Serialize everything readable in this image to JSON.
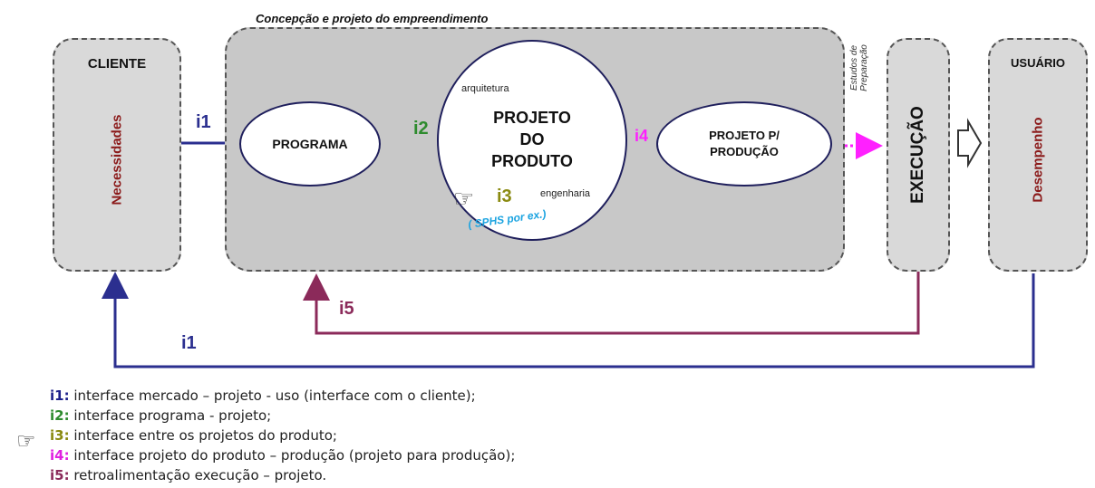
{
  "title": "Concepção e projeto do empreendimento",
  "cliente": {
    "title": "CLIENTE",
    "vertical": "Necessidades"
  },
  "programa": "PROGRAMA",
  "projeto_produto": {
    "lines": [
      "PROJETO",
      "DO",
      "PRODUTO"
    ],
    "top": "arquitetura",
    "bottom": "engenharia",
    "sphs": "( SPHS por ex.)"
  },
  "projeto_producao": {
    "line1": "PROJETO P/",
    "line2": "PRODUÇÃO"
  },
  "estudos": {
    "line1": "Estudos de",
    "line2": "Preparação"
  },
  "execucao": "EXECUÇÃO",
  "usuario": {
    "title": "USUÁRIO",
    "vertical": "Desempenho"
  },
  "interfaces": {
    "i1_top": "i1",
    "i2": "i2",
    "i3": "i3",
    "i4": "i4",
    "i5": "i5",
    "i1_bottom": "i1"
  },
  "colors": {
    "i1": "#2b2f8f",
    "i2": "#2e8b2e",
    "i3": "#8a8a10",
    "i4": "#ff20ff",
    "i5": "#8b2a5a",
    "dark_red": "#8b1a1a",
    "orange": "#f5a623",
    "cyan": "#1aa3e0"
  },
  "legend": [
    {
      "key": "i1:",
      "text": " interface mercado – projeto - uso (interface com o cliente);",
      "color": "#1c1f8a"
    },
    {
      "key": "i2:",
      "text": " interface programa - projeto;",
      "color": "#2e8b2e"
    },
    {
      "key": "i3:",
      "text": " interface entre os projetos do produto;",
      "color": "#8a8a10"
    },
    {
      "key": "i4:",
      "text": " interface projeto do produto – produção (projeto para produção);",
      "color": "#e020e0"
    },
    {
      "key": "i5:",
      "text": " retroalimentação execução – projeto.",
      "color": "#8b2a5a"
    }
  ]
}
